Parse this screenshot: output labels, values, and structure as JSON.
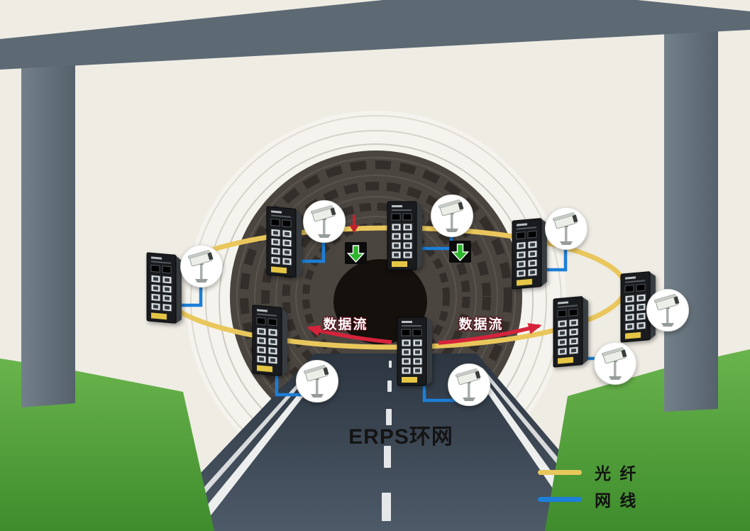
{
  "title": "ERPS环网",
  "flow": {
    "left_label": "数据流",
    "right_label": "数据流"
  },
  "legend": {
    "fiber": {
      "label": "光 纤",
      "color": "#E9C75C"
    },
    "ethernet": {
      "label": "网 线",
      "color": "#1D7FD7"
    }
  },
  "colors": {
    "flow_arrow": "#D6233B",
    "download_arrow": "#2DB52D",
    "fiber_ring": "#E9C75C",
    "ethernet_cable": "#1D7FD7",
    "grass": "#4F9C37",
    "road": "#3C4855",
    "structure": "#5D6A74",
    "tunnel": "#4B4540"
  },
  "devices": {
    "switches": [
      "switch-1",
      "switch-2",
      "switch-3",
      "switch-4",
      "switch-5",
      "switch-6",
      "switch-7",
      "switch-8"
    ],
    "cameras": [
      "camera-1",
      "camera-2",
      "camera-3",
      "camera-4",
      "camera-5",
      "camera-6",
      "camera-7",
      "camera-8"
    ]
  },
  "icons": [
    "industrial-switch-icon",
    "cctv-camera-icon",
    "download-arrow-icon"
  ]
}
